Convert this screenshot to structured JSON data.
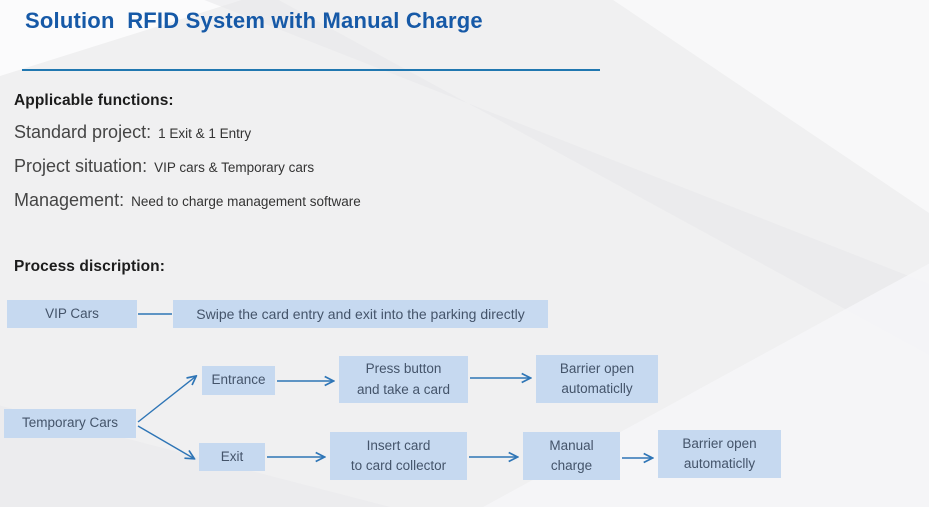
{
  "slide": {
    "title": "Solution  RFID System with Manual Charge",
    "applicable_heading": "Applicable functions:",
    "info_lines": [
      {
        "label": "Standard project:",
        "value": "1 Exit & 1 Entry"
      },
      {
        "label": "Project situation:",
        "value": "VIP cars & Temporary cars"
      },
      {
        "label": "Management:",
        "value": "Need to charge management software"
      }
    ],
    "process_heading": "Process discription:"
  },
  "flowchart": {
    "nodes": [
      {
        "id": "vip-cars",
        "label": "VIP Cars"
      },
      {
        "id": "swipe-card",
        "label": "Swipe the card  entry and exit into the parking directly"
      },
      {
        "id": "entrance",
        "label": "Entrance"
      },
      {
        "id": "press-button",
        "label": "Press button\nand take a card"
      },
      {
        "id": "barrier-open-entry",
        "label": "Barrier open\nautomaticlly"
      },
      {
        "id": "temporary-cars",
        "label": "Temporary Cars"
      },
      {
        "id": "exit",
        "label": "Exit"
      },
      {
        "id": "insert-card",
        "label": "Insert card\nto card collector"
      },
      {
        "id": "manual-charge",
        "label": "Manual\ncharge"
      },
      {
        "id": "barrier-open-exit",
        "label": "Barrier open\nautomaticlly"
      }
    ],
    "edges": [
      {
        "from": "vip-cars",
        "to": "swipe-card",
        "arrow": false
      },
      {
        "from": "temporary-cars",
        "to": "entrance",
        "arrow": true
      },
      {
        "from": "temporary-cars",
        "to": "exit",
        "arrow": true
      },
      {
        "from": "entrance",
        "to": "press-button",
        "arrow": true
      },
      {
        "from": "press-button",
        "to": "barrier-open-entry",
        "arrow": true
      },
      {
        "from": "exit",
        "to": "insert-card",
        "arrow": true
      },
      {
        "from": "insert-card",
        "to": "manual-charge",
        "arrow": true
      },
      {
        "from": "manual-charge",
        "to": "barrier-open-exit",
        "arrow": true
      }
    ]
  },
  "colors": {
    "title": "#1659a7",
    "divider": "#2077b0",
    "box_fill": "#c6d9f0",
    "box_text": "#44546a",
    "arrow": "#2e75b6",
    "heading_text": "#1c1c1c",
    "body_text": "#454545",
    "background": "#f0f0f1"
  }
}
